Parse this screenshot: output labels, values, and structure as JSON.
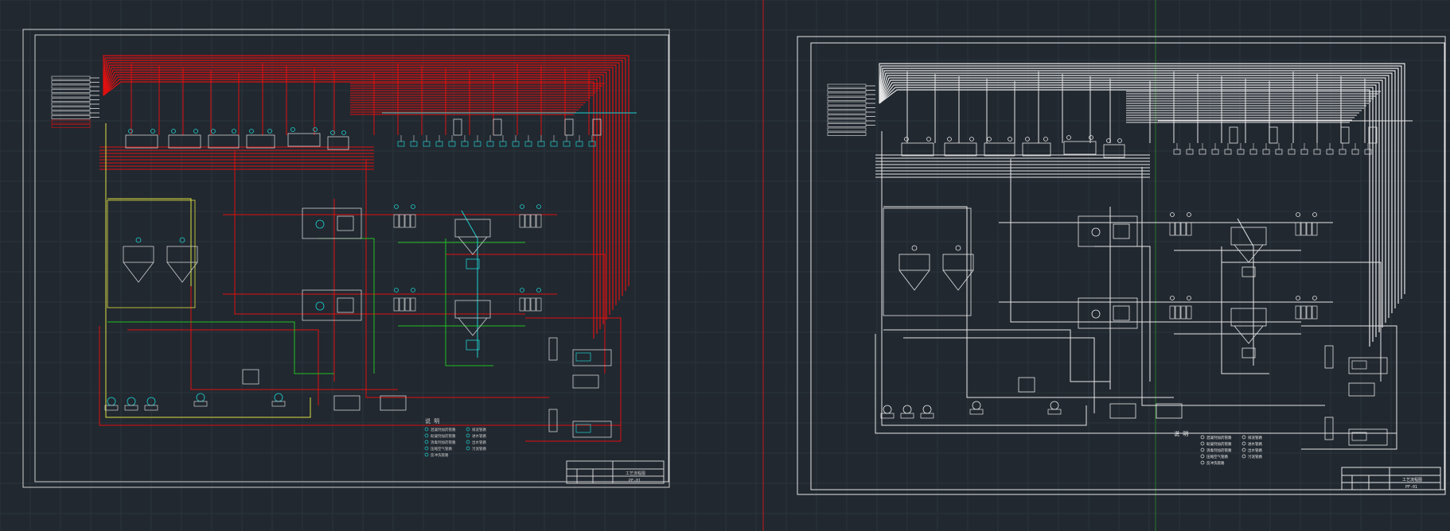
{
  "sheets": [
    {
      "id": "left",
      "stroke": "#d0d0d0",
      "pipe_color": "#e01010",
      "accents": [
        "#1fd0d0",
        "#22c022",
        "#e0e040"
      ],
      "title_block": {
        "name": "工艺流程图",
        "drawing_no": "PF-01"
      },
      "legend": {
        "heading": "说 明",
        "items": [
          "混凝剂加药管路",
          "助凝剂加药管路",
          "消毒剂加药管路",
          "压缩空气管路",
          "反冲洗管路",
          "排泥管路",
          "进水管路",
          "出水管路",
          "污泥管路"
        ]
      }
    },
    {
      "id": "right",
      "stroke": "#e6e6e6",
      "pipe_color": "#e6e6e6",
      "accents": [],
      "title_block": {
        "name": "工艺流程图",
        "drawing_no": "PF-01"
      },
      "legend": {
        "heading": "说 明",
        "items": [
          "混凝剂加药管路",
          "助凝剂加药管路",
          "消毒剂加药管路",
          "压缩空气管路",
          "反冲洗管路",
          "排泥管路",
          "进水管路",
          "出水管路",
          "污泥管路"
        ]
      }
    }
  ],
  "workspace": {
    "background": "#212830",
    "grid_color": "#2b333c",
    "ucs_x_color": "#c81a1a",
    "ucs_y_color": "#2a7a2a"
  }
}
